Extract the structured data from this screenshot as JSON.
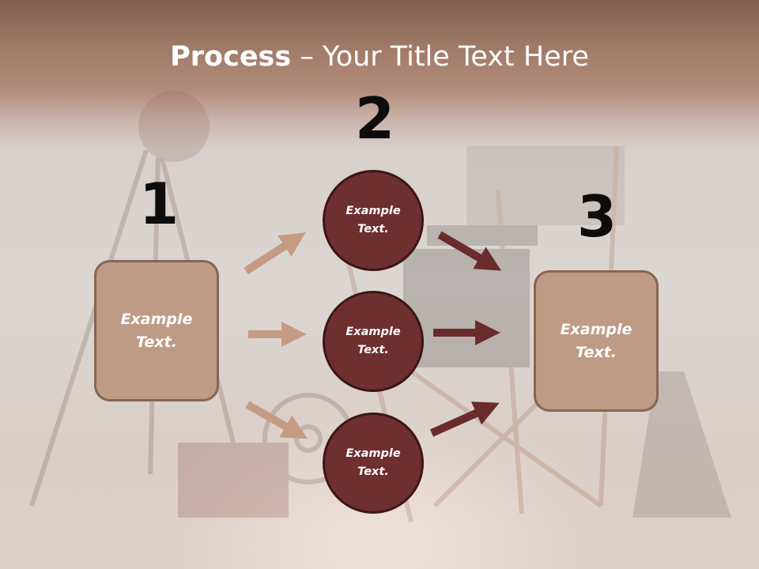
{
  "slide": {
    "title_bold": "Process",
    "title_rest": " – Your Title Text Here",
    "steps": [
      {
        "number": "1",
        "text": "Example Text."
      },
      {
        "number": "2",
        "text": "Example Text."
      },
      {
        "number": "3",
        "text": "Example Text."
      }
    ],
    "middle_circles": [
      {
        "text": "Example Text."
      },
      {
        "text": "Example Text."
      },
      {
        "text": "Example Text."
      }
    ]
  },
  "colors": {
    "box_fill": "#bf9a86",
    "circle_fill": "#6e2f2f",
    "arrow_left": "#c59b84",
    "arrow_right": "#6a2b2b"
  },
  "background": {
    "description_icons": [
      "film-light-icon",
      "directors-chair-icon",
      "clapperboard-icon",
      "film-reel-icon",
      "megaphone-icon"
    ]
  }
}
